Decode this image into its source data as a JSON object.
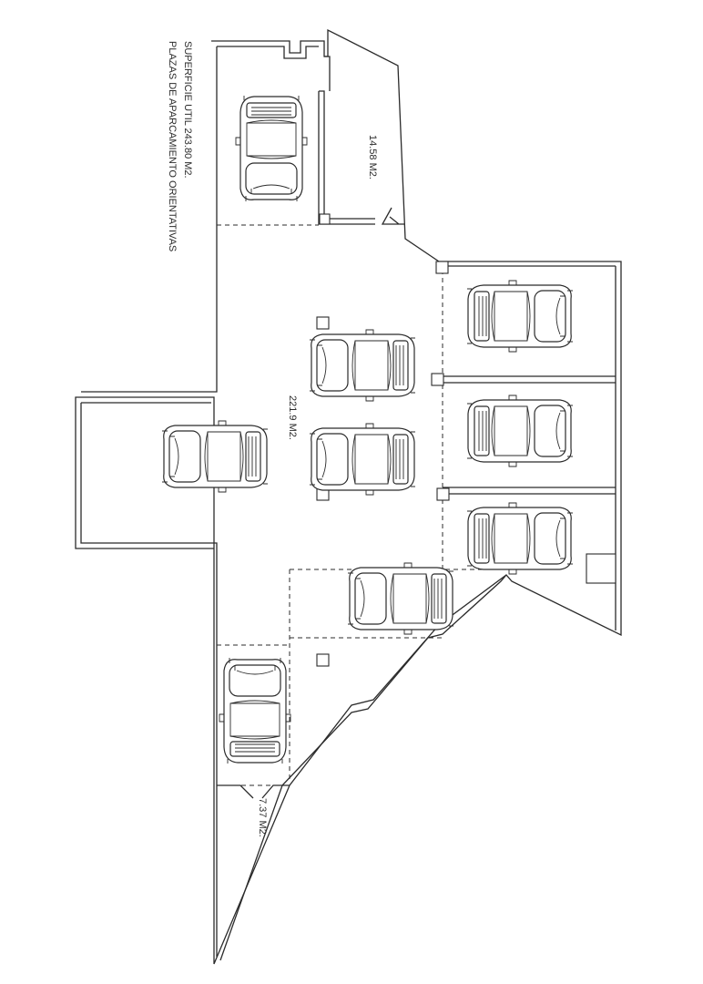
{
  "labels": {
    "surface_title": "SUPERFICIE UTIL 243.80 M2.",
    "parking_note": "PLAZAS DE APARCAMIENTO ORIENTATIVAS",
    "storage_area": "14.58 M2.",
    "main_area": "221.9 M2.",
    "small_area": "7.37 M2."
  },
  "icons": {
    "car": "car-top-view-icon",
    "column": "column-square-icon"
  },
  "colors": {
    "line": "#2b2b2b",
    "background": "#ffffff"
  }
}
